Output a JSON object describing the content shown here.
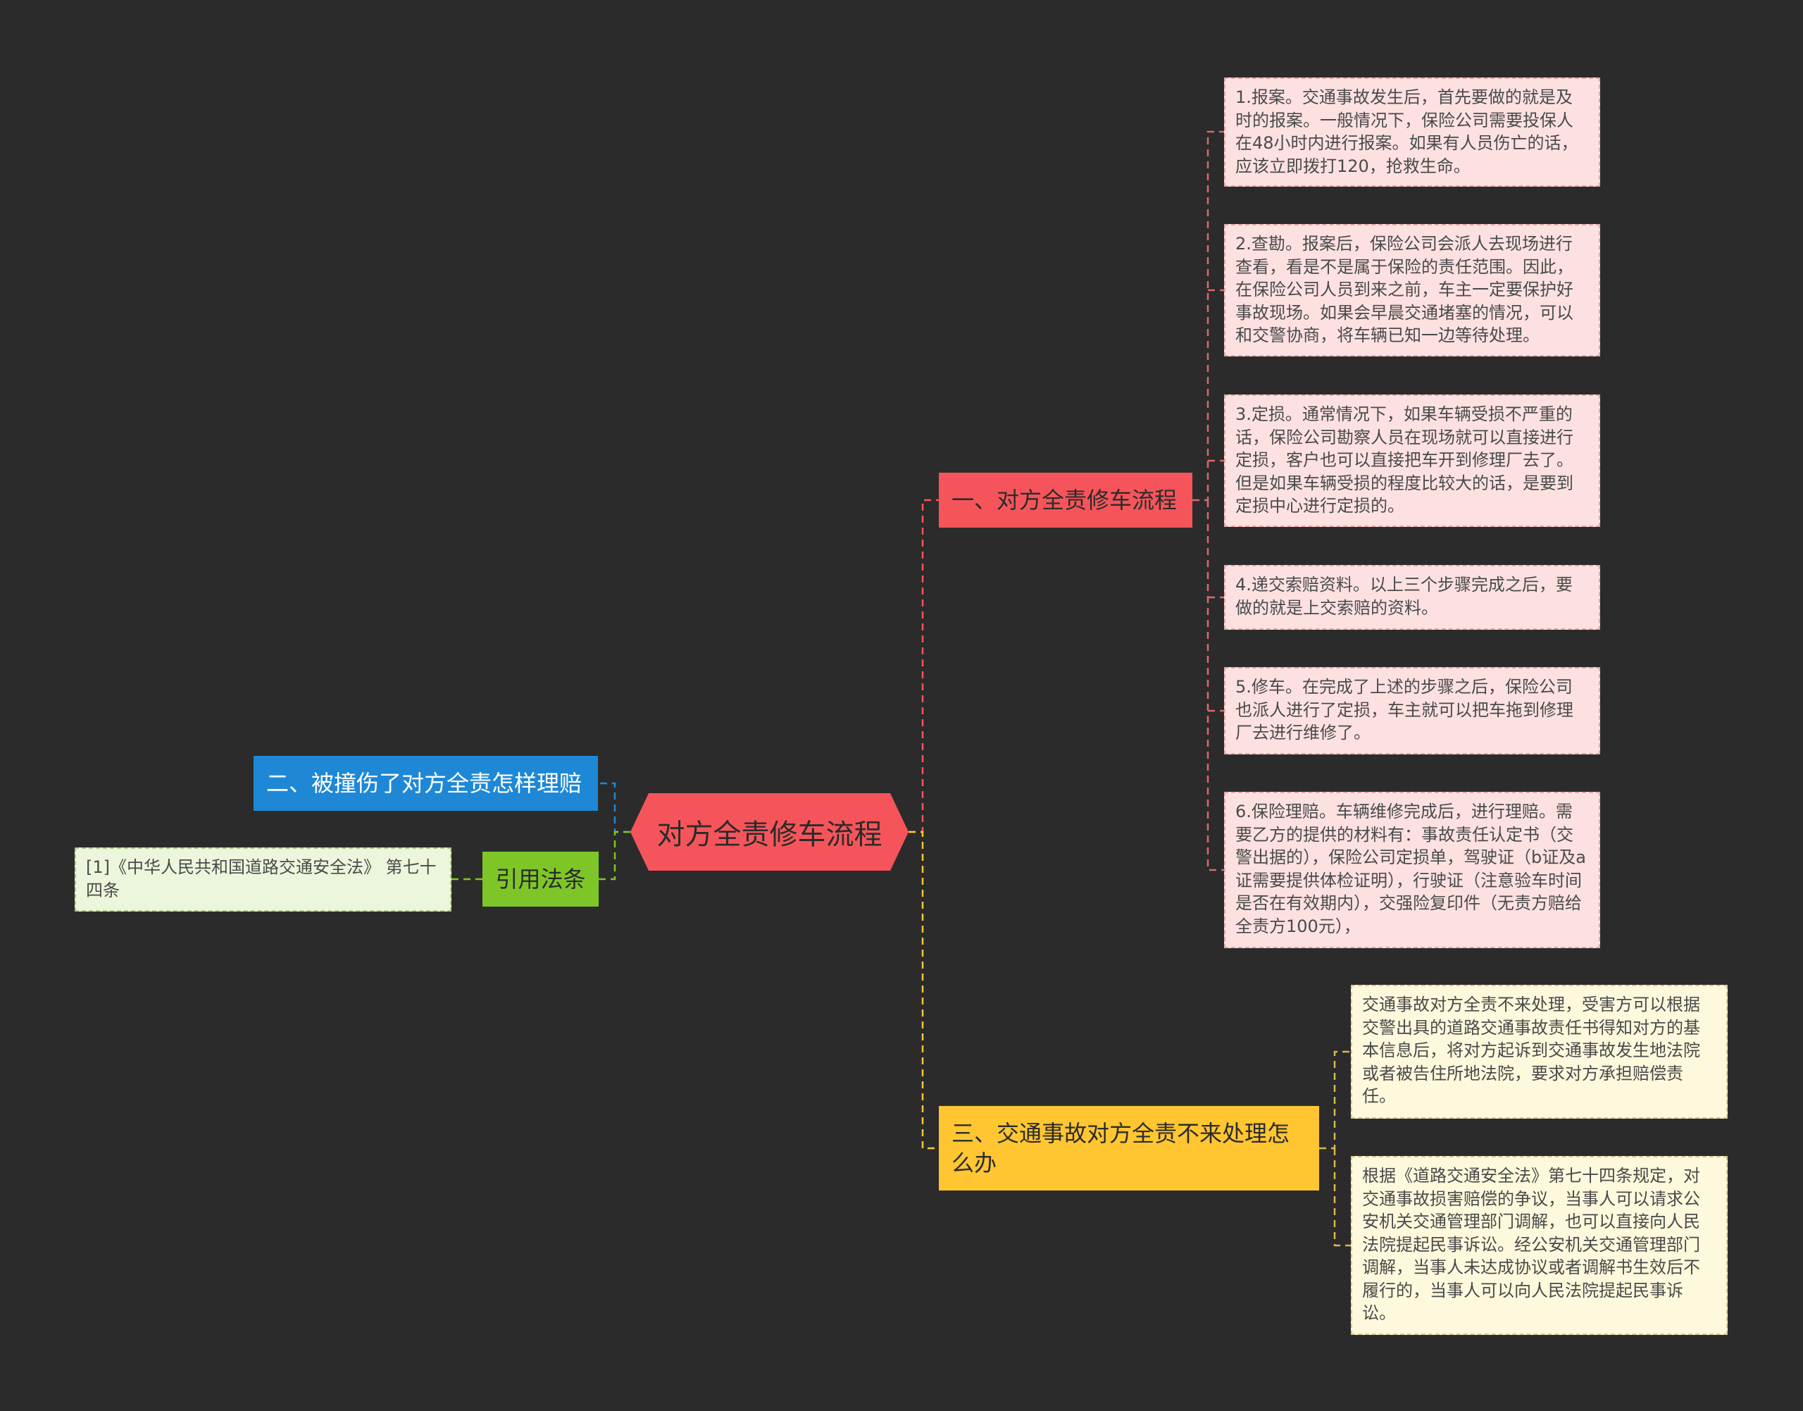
{
  "center": {
    "label": "对方全责修车流程"
  },
  "branches": {
    "b1": "一、对方全责修车流程",
    "b2": "二、被撞伤了对方全责怎样理赔",
    "b3": "引用法条",
    "b4": "三、交通事故对方全责不来处理怎么办"
  },
  "leaves": {
    "l1": "1.报案。交通事故发生后，首先要做的就是及时的报案。一般情况下，保险公司需要投保人在48小时内进行报案。如果有人员伤亡的话，应该立即拨打120，抢救生命。",
    "l2": "2.查勘。报案后，保险公司会派人去现场进行查看，看是不是属于保险的责任范围。因此，在保险公司人员到来之前，车主一定要保护好事故现场。如果会早晨交通堵塞的情况，可以和交警协商，将车辆已知一边等待处理。",
    "l3": "3.定损。通常情况下，如果车辆受损不严重的话，保险公司勘察人员在现场就可以直接进行定损，客户也可以直接把车开到修理厂去了。但是如果车辆受损的程度比较大的话，是要到定损中心进行定损的。",
    "l4": "4.递交索赔资料。以上三个步骤完成之后，要做的就是上交索赔的资料。",
    "l5": "5.修车。在完成了上述的步骤之后，保险公司也派人进行了定损，车主就可以把车拖到修理厂去进行维修了。",
    "l6": "6.保险理赔。车辆维修完成后，进行理赔。需要乙方的提供的材料有：事故责任认定书（交警出据的），保险公司定损单，驾驶证（b证及a证需要提供体检证明），行驶证（注意验车时间是否在有效期内），交强险复印件（无责方赔给全责方100元），",
    "y1": "交通事故对方全责不来处理，受害方可以根据交警出具的道路交通事故责任书得知对方的基本信息后，将对方起诉到交通事故发生地法院或者被告住所地法院，要求对方承担赔偿责任。",
    "y2": "根据《道路交通安全法》第七十四条规定，对交通事故损害赔偿的争议，当事人可以请求公安机关交通管理部门调解，也可以直接向人民法院提起民事诉讼。经公安机关交通管理部门调解，当事人未达成协议或者调解书生效后不履行的，当事人可以向人民法院提起民事诉讼。",
    "g1": "[1]《中华人民共和国道路交通安全法》 第七十四条"
  },
  "colors": {
    "background": "#2b2b2b",
    "red": "#f5555a",
    "blue": "#1e88d6",
    "green": "#7ec628",
    "yellow": "#ffc631"
  }
}
